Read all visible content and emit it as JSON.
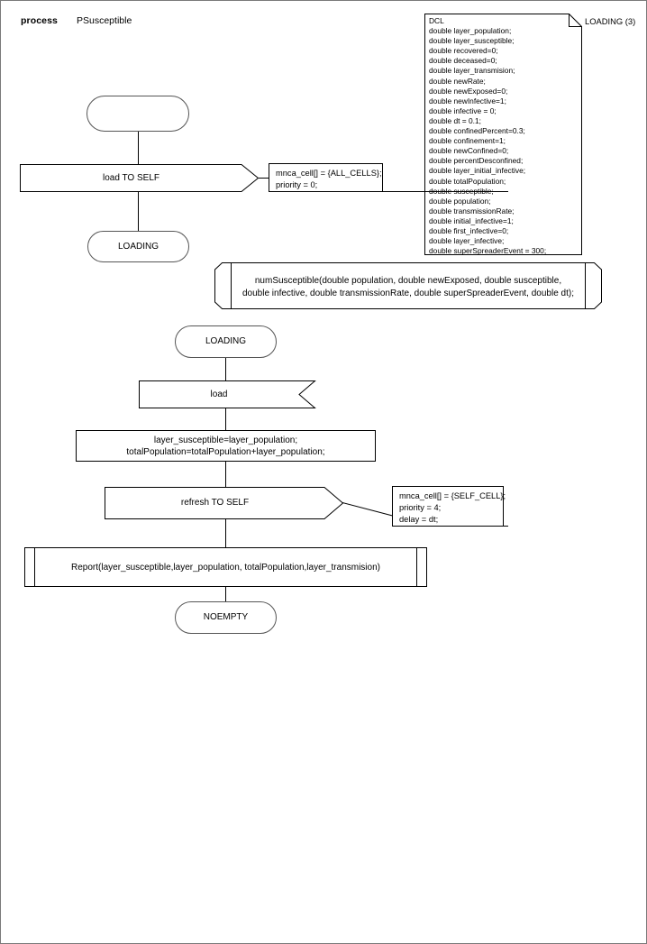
{
  "diagram": {
    "type": "sdl-process-diagram",
    "header": {
      "keyword": "process",
      "name": "PSusceptible"
    },
    "page_label": "LOADING (3)"
  },
  "dcl_note": {
    "title": "DCL",
    "declarations": [
      "double layer_population;",
      "double layer_susceptible;",
      "double recovered=0;",
      "double deceased=0;",
      "double layer_transmision;",
      "double newRate;",
      "double newExposed=0;",
      "double newInfective=1;",
      "double infective = 0;",
      "double dt = 0.1;",
      "double confinedPercent=0.3;",
      "double confinement=1;",
      "double newConfined=0;",
      "double percentDesconfined;",
      "double layer_initial_infective;",
      "double totalPopulation;",
      "double susceptible;",
      "double population;",
      "double transmissionRate;",
      "double initial_infective=1;",
      "double first_infective=0;",
      "double layer_infective;",
      "double superSpreaderEvent = 300;"
    ],
    "text": "DCL\ndouble layer_population;\ndouble layer_susceptible;\ndouble recovered=0;\ndouble deceased=0;\ndouble layer_transmision;\ndouble newRate;\ndouble newExposed=0;\ndouble newInfective=1;\ndouble infective = 0;\ndouble dt = 0.1;\ndouble confinedPercent=0.3;\ndouble confinement=1;\ndouble newConfined=0;\ndouble percentDesconfined;\ndouble layer_initial_infective;\ndouble totalPopulation;\ndouble susceptible;\ndouble population;\ndouble transmissionRate;\ndouble initial_infective=1;\ndouble first_infective=0;\ndouble layer_infective;\ndouble superSpreaderEvent = 300;"
  },
  "nodes": {
    "start": {
      "shape": "start-state",
      "label": ""
    },
    "output_load_self": {
      "shape": "output",
      "label": "load TO SELF"
    },
    "output_load_self_params": {
      "shape": "comment",
      "text": "mnca_cell[] = {ALL_CELLS};\npriority = 0;"
    },
    "state_loading_1": {
      "shape": "state",
      "label": "LOADING"
    },
    "procedure_decl": {
      "shape": "procedure-declaration",
      "text": "numSusceptible(double population, double newExposed, double susceptible,\ndouble infective, double transmissionRate, double superSpreaderEvent, double dt);"
    },
    "state_loading_2": {
      "shape": "state",
      "label": "LOADING"
    },
    "input_load": {
      "shape": "input",
      "label": "load"
    },
    "task_assign": {
      "shape": "task",
      "text": "layer_susceptible=layer_population;\ntotalPopulation=totalPopulation+layer_population;"
    },
    "output_refresh_self": {
      "shape": "output",
      "label": "refresh TO SELF"
    },
    "output_refresh_self_params": {
      "shape": "comment",
      "text": "mnca_cell[] = {SELF_CELL};\npriority = 4;\ndelay = dt;"
    },
    "procedure_call_report": {
      "shape": "procedure-call",
      "label": "Report(layer_susceptible,layer_population, totalPopulation,layer_transmision)"
    },
    "state_noempty": {
      "shape": "state",
      "label": "NOEMPTY"
    }
  },
  "colors": {
    "stroke": "#000000",
    "frame": "#7a7a7a",
    "background": "#ffffff",
    "text": "#000000"
  }
}
